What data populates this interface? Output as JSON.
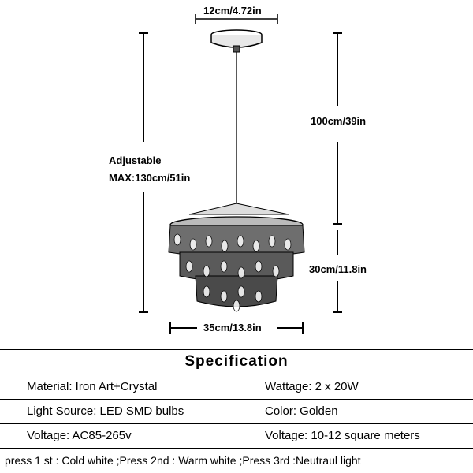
{
  "dimensions": {
    "canopy_width": "12cm/4.72in",
    "cord_length": "100cm/39in",
    "adjustable_label": "Adjustable",
    "adjustable_max": "MAX:130cm/51in",
    "body_height": "30cm/11.8in",
    "body_width": "35cm/13.8in"
  },
  "specification": {
    "title": "Specification",
    "rows": [
      {
        "left": "Material: Iron Art+Crystal",
        "right": "Wattage: 2 x 20W"
      },
      {
        "left": "Light Source: LED SMD bulbs",
        "right": "Color: Golden"
      },
      {
        "left": "Voltage: AC85-265v",
        "right": "Voltage: 10-12 square meters"
      }
    ],
    "note": "press 1 st : Cold white ;Press 2nd : Warm white ;Press 3rd :Neutraul light"
  }
}
